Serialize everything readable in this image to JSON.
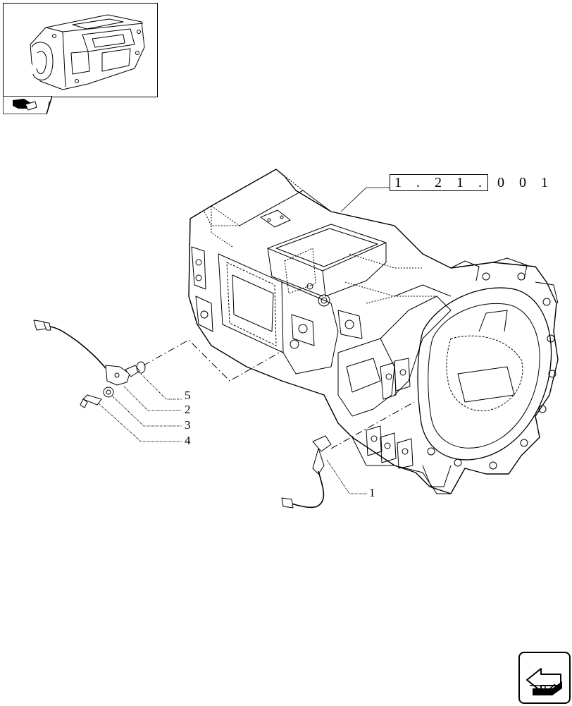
{
  "reference": {
    "prefix": "1 . 2 1 .",
    "suffix": " 0   0 1"
  },
  "callouts": [
    {
      "id": "c5",
      "label": "5"
    },
    {
      "id": "c2",
      "label": "2"
    },
    {
      "id": "c3",
      "label": "3"
    },
    {
      "id": "c4",
      "label": "4"
    },
    {
      "id": "c1",
      "label": "1"
    }
  ],
  "icons": {
    "thumbnail": "transmission-housing-thumbnail",
    "tab": "book-icon",
    "nav": "next-page-arrow-icon"
  }
}
